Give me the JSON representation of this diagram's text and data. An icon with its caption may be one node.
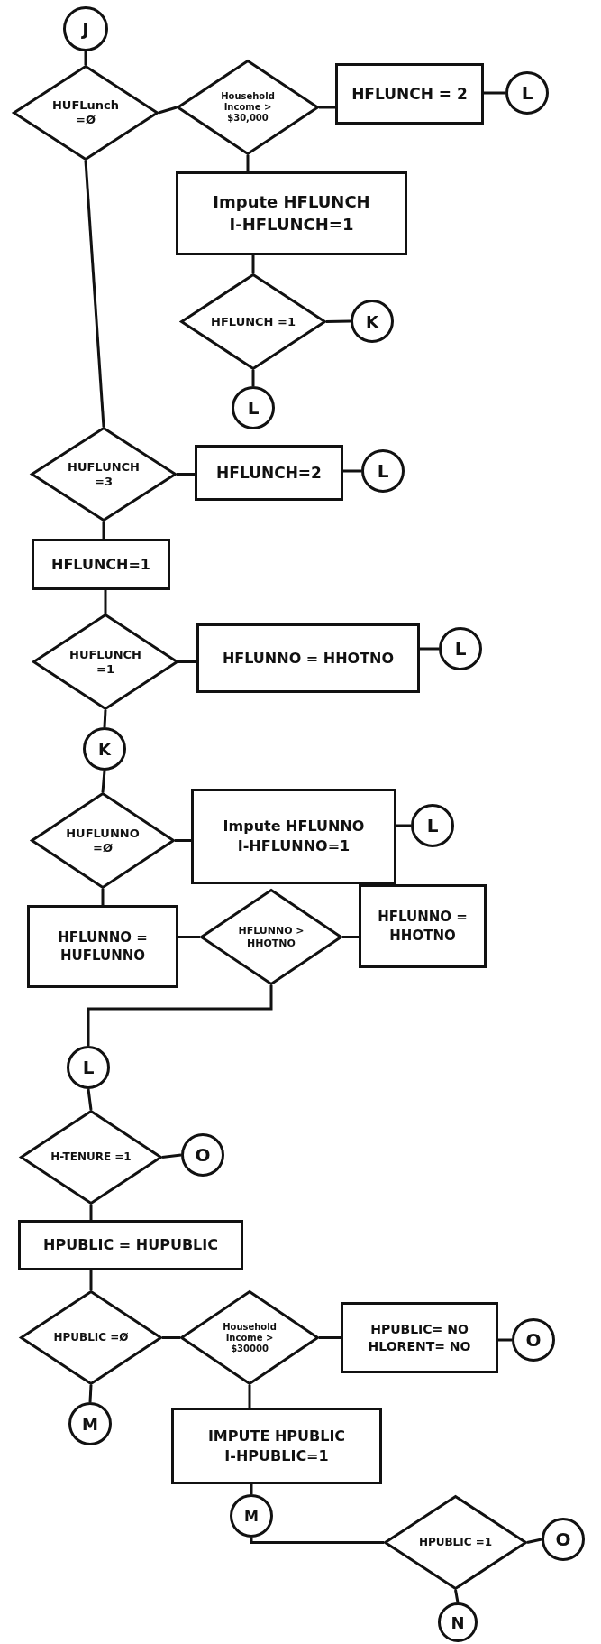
{
  "diagram": {
    "nodes": [
      {
        "text": [
          "J"
        ]
      },
      {
        "text": [
          "HUFLunch =Ø"
        ]
      },
      {
        "text": [
          "Household Income > $30,000"
        ]
      },
      {
        "text": [
          "HFLUNCH = 2"
        ]
      },
      {
        "text": [
          "L"
        ]
      },
      {
        "text": [
          "Impute HFLUNCH",
          "I-HFLUNCH=1"
        ]
      },
      {
        "text": [
          "HFLUNCH =1"
        ]
      },
      {
        "text": [
          "K"
        ]
      },
      {
        "text": [
          "L"
        ]
      },
      {
        "text": [
          "HUFLUNCH =3"
        ]
      },
      {
        "text": [
          "HFLUNCH=2"
        ]
      },
      {
        "text": [
          "L"
        ]
      },
      {
        "text": [
          "HFLUNCH=1"
        ]
      },
      {
        "text": [
          "HUFLUNCH =1"
        ]
      },
      {
        "text": [
          "HFLUNNO = HHOTNO"
        ]
      },
      {
        "text": [
          "L"
        ]
      },
      {
        "text": [
          "K"
        ]
      },
      {
        "text": [
          "HUFLUNNO =Ø"
        ]
      },
      {
        "text": [
          "Impute HFLUNNO",
          "I-HFLUNNO=1"
        ]
      },
      {
        "text": [
          "L"
        ]
      },
      {
        "text": [
          "HFLUNNO = HUFLUNNO"
        ]
      },
      {
        "text": [
          "HFLUNNO > HHOTNO"
        ]
      },
      {
        "text": [
          "HFLUNNO = HHOTNO"
        ]
      },
      {
        "text": [
          "L"
        ]
      },
      {
        "text": [
          "H-TENURE =1"
        ]
      },
      {
        "text": [
          "O"
        ]
      },
      {
        "text": [
          "HPUBLIC = HUPUBLIC"
        ]
      },
      {
        "text": [
          "HPUBLIC =Ø"
        ]
      },
      {
        "text": [
          "Household Income > $30000"
        ]
      },
      {
        "text": [
          "HPUBLIC= NO",
          "HLORENT= NO"
        ]
      },
      {
        "text": [
          "O"
        ]
      },
      {
        "text": [
          "M"
        ]
      },
      {
        "text": [
          "IMPUTE HPUBLIC",
          "I-HPUBLIC=1"
        ]
      },
      {
        "text": [
          "M"
        ]
      },
      {
        "text": [
          "HPUBLIC =1"
        ]
      },
      {
        "text": [
          "O"
        ]
      },
      {
        "text": [
          "N"
        ]
      }
    ],
    "edges": [
      {
        "from": 0,
        "to": 1,
        "arrow": "none"
      },
      {
        "from": 1,
        "to": 2,
        "arrow": "none"
      },
      {
        "from": 2,
        "to": 3,
        "arrow": "none"
      },
      {
        "from": 3,
        "to": 4,
        "arrow": "none"
      },
      {
        "from": 2,
        "to": 5,
        "arrow": "none"
      },
      {
        "from": 5,
        "to": 6,
        "arrow": "none"
      },
      {
        "from": 6,
        "to": 7,
        "arrow": "none"
      },
      {
        "from": 6,
        "to": 8,
        "arrow": "none"
      },
      {
        "from": 1,
        "to": 9,
        "arrow": "none"
      },
      {
        "from": 9,
        "to": 10,
        "arrow": "none"
      },
      {
        "from": 10,
        "to": 11,
        "arrow": "none"
      },
      {
        "from": 9,
        "to": 12,
        "arrow": "none"
      },
      {
        "from": 12,
        "to": 13,
        "arrow": "none"
      },
      {
        "from": 13,
        "to": 14,
        "arrow": "none"
      },
      {
        "from": 14,
        "to": 15,
        "arrow": "none"
      },
      {
        "from": 13,
        "to": 16,
        "arrow": "none"
      },
      {
        "from": 16,
        "to": 17,
        "arrow": "none"
      },
      {
        "from": 17,
        "to": 18,
        "arrow": "none"
      },
      {
        "from": 18,
        "to": 19,
        "arrow": "none"
      },
      {
        "from": 17,
        "to": 20,
        "arrow": "none"
      },
      {
        "from": 20,
        "to": 21,
        "arrow": "none"
      },
      {
        "from": 21,
        "to": 22,
        "arrow": "none"
      },
      {
        "from": 21,
        "to": 23,
        "arrow": "none"
      },
      {
        "from": 23,
        "to": 24,
        "arrow": "none"
      },
      {
        "from": 24,
        "to": 25,
        "arrow": "none"
      },
      {
        "from": 24,
        "to": 26,
        "arrow": "none"
      },
      {
        "from": 26,
        "to": 27,
        "arrow": "none"
      },
      {
        "from": 27,
        "to": 28,
        "arrow": "none"
      },
      {
        "from": 28,
        "to": 29,
        "arrow": "none"
      },
      {
        "from": 29,
        "to": 30,
        "arrow": "none"
      },
      {
        "from": 27,
        "to": 31,
        "arrow": "none"
      },
      {
        "from": 28,
        "to": 32,
        "arrow": "none"
      },
      {
        "from": 32,
        "to": 33,
        "arrow": "none"
      },
      {
        "from": 33,
        "to": 34,
        "arrow": "none"
      },
      {
        "from": 34,
        "to": 35,
        "arrow": "none"
      },
      {
        "from": 34,
        "to": 36,
        "arrow": "none"
      }
    ]
  }
}
